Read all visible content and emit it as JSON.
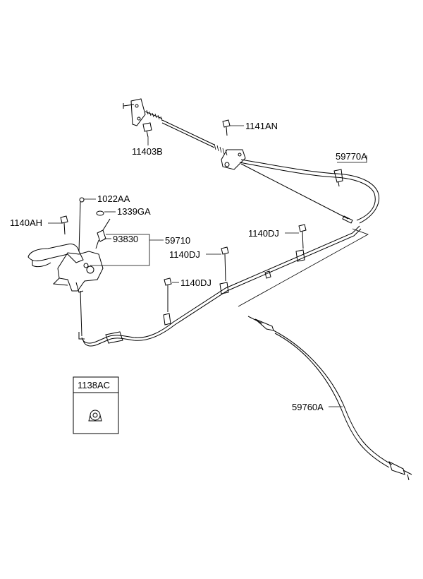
{
  "labels": {
    "l_1141AN": "1141AN",
    "l_11403B": "11403B",
    "l_59770A": "59770A",
    "l_1022AA": "1022AA",
    "l_1339GA": "1339GA",
    "l_1140AH": "1140AH",
    "l_93830": "93830",
    "l_59710": "59710",
    "l_1140DJ_a": "1140DJ",
    "l_1140DJ_b": "1140DJ",
    "l_1140DJ_c": "1140DJ",
    "l_1138AC": "1138AC",
    "l_59760A": "59760A"
  }
}
